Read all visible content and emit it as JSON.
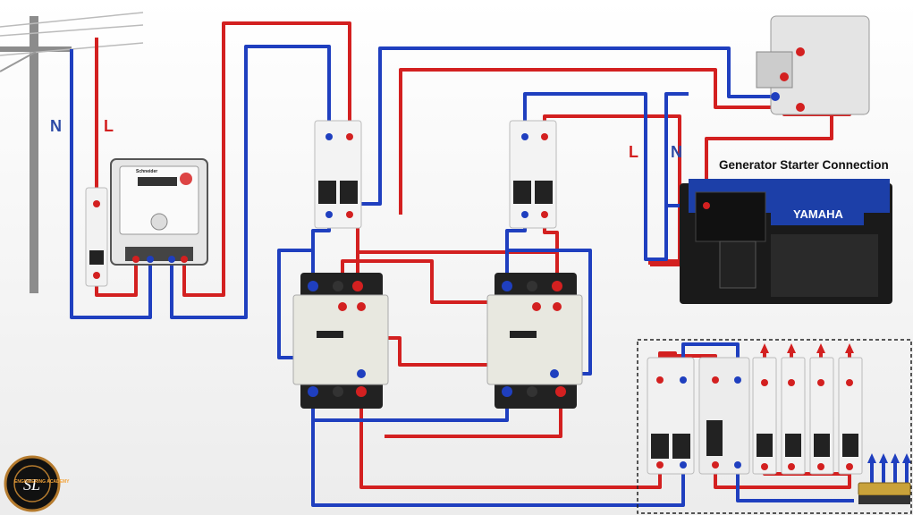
{
  "labels": {
    "supply_neutral": "N",
    "supply_live": "L",
    "generator_live": "L",
    "generator_neutral": "N",
    "generator_caption": "Generator Starter Connection",
    "meter_brand": "Schneider",
    "generator_brand": "YAMAHA",
    "logo_text": "ENGINEERING ACADEMY"
  },
  "colors": {
    "background": "#f4f4f4",
    "live_wire": "#d32020",
    "neutral_wire": "#1f3fbf",
    "label_neutral": "#2c4aa6",
    "label_live": "#d32020",
    "generator_body": "#1c3fa8",
    "frame": "#1a1a1a"
  },
  "icons": [
    "utility-pole-icon",
    "energy-meter-icon",
    "mcb-icon",
    "contactor-icon",
    "relay-icon",
    "generator-icon",
    "busbar-icon",
    "logo-icon"
  ]
}
